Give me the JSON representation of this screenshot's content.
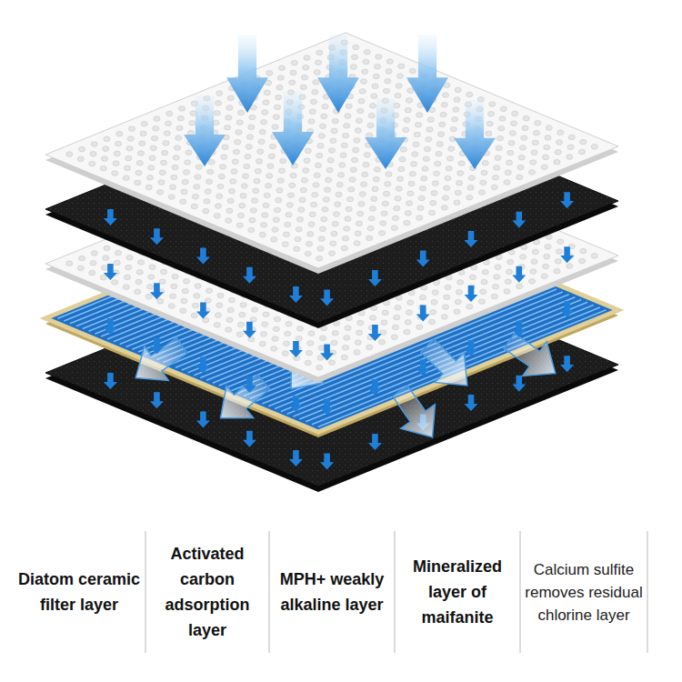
{
  "diagram": {
    "labels": [
      "Diatom ceramic filter layer",
      "Activated carbon adsorption layer",
      "MPH+ weakly alkaline layer",
      "Mineralized layer of maifanite",
      "Calcium sulfite removes residual chlorine layer"
    ]
  }
}
